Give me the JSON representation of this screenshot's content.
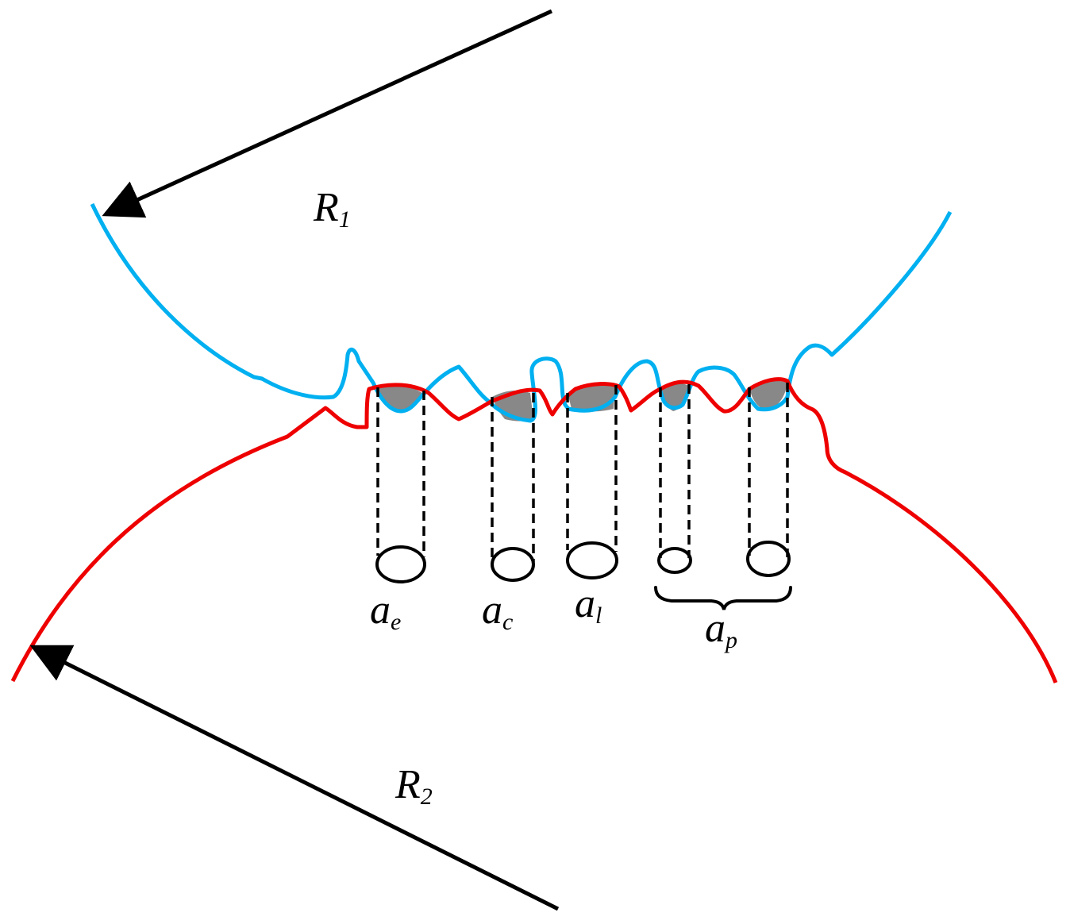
{
  "colors": {
    "upper_surface": "#00b0f0",
    "lower_surface": "#ee0000",
    "contact_fill": "#888888",
    "ink": "#000000"
  },
  "labels": {
    "r1": {
      "base": "R",
      "sub": "1"
    },
    "r2": {
      "base": "R",
      "sub": "2"
    },
    "ae": {
      "base": "a",
      "sub": "e"
    },
    "ac": {
      "base": "a",
      "sub": "c"
    },
    "al": {
      "base": "a",
      "sub": "l"
    },
    "ap": {
      "base": "a",
      "sub": "p"
    }
  }
}
